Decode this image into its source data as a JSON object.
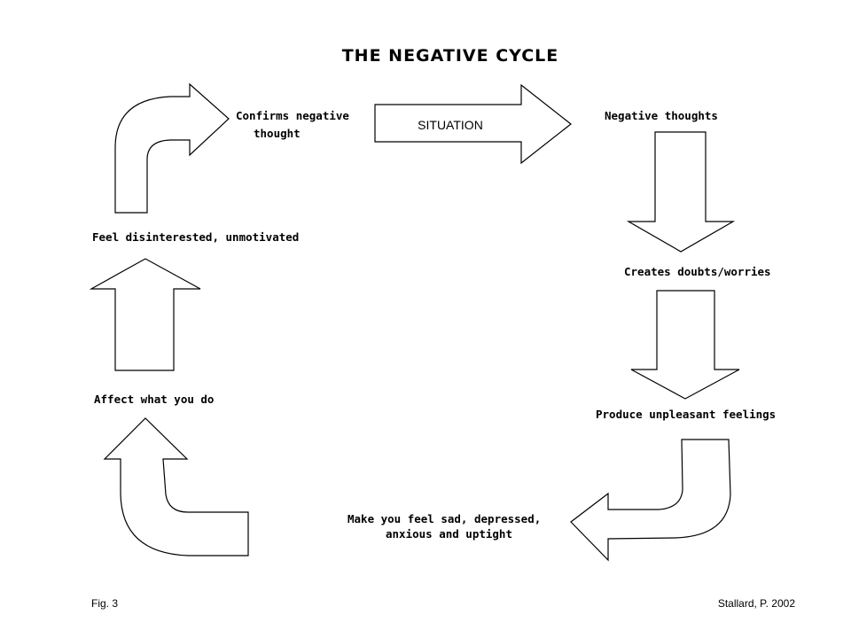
{
  "title": "THE NEGATIVE CYCLE",
  "situation_label": "SITUATION",
  "steps": {
    "negative_thoughts": "Negative thoughts",
    "creates_doubts": "Creates doubts/worries",
    "produce_feelings": "Produce unpleasant feelings",
    "make_feel_line1": "Make you feel sad, depressed,",
    "make_feel_line2": "anxious and uptight",
    "affect_what_you_do": "Affect what you do",
    "feel_disinterested": "Feel disinterested, unmotivated",
    "confirms_line1": "Confirms negative",
    "confirms_line2": "thought"
  },
  "footer": {
    "left": "Fig. 3",
    "right": "Stallard, P. 2002"
  }
}
